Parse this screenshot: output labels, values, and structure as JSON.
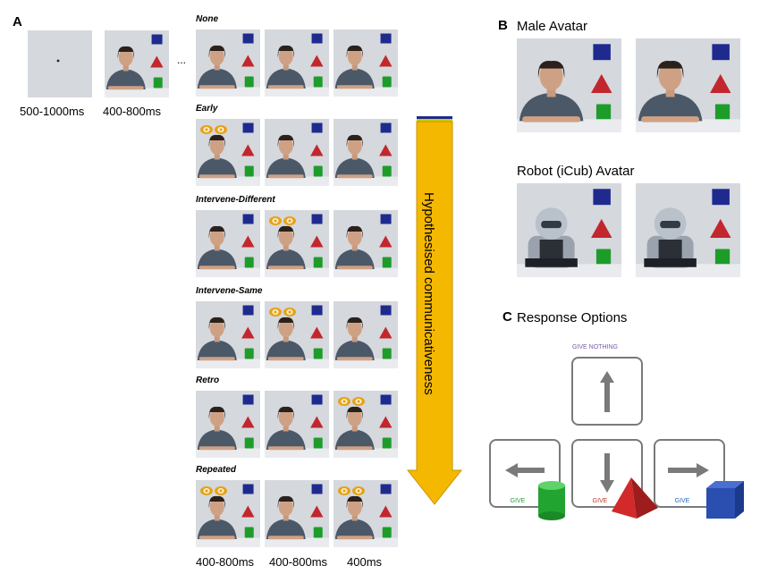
{
  "panel_a": {
    "letter": "A",
    "ellipsis": "...",
    "timings_top": [
      "500-1000ms",
      "400-800ms"
    ],
    "timings_bottom": [
      "400-800ms",
      "400-800ms",
      "400ms"
    ],
    "conditions": [
      "None",
      "Early",
      "Intervene-Different",
      "Intervene-Same",
      "Retro",
      "Repeated"
    ],
    "arrow_label": "Hypothesised communicativeness"
  },
  "panel_b": {
    "letter": "B",
    "male_title": "Male Avatar",
    "robot_title": "Robot (iCub) Avatar"
  },
  "panel_c": {
    "letter": "C",
    "title": "Response Options",
    "give_nothing": "GIVE NOTHING",
    "give_left": "GIVE",
    "give_down": "GIVE",
    "give_right": "GIVE"
  },
  "colors": {
    "scene_bg": "#d5d8dd",
    "blue_cube": "#1f2a8f",
    "red_pyramid": "#c1272d",
    "green_cylinder": "#1e9c2a",
    "shirt": "#4b5868",
    "eye_cue": "#e5a21b",
    "arrow_fill": "#f5b800",
    "give_nothing": "#7a5aa8",
    "give_green": "#2e9a3c",
    "give_red": "#c0392b",
    "give_blue": "#2a67b5"
  },
  "icons": [
    "eye-cue-icon",
    "arrow-up-icon",
    "arrow-left-icon",
    "arrow-down-icon",
    "arrow-right-icon"
  ]
}
